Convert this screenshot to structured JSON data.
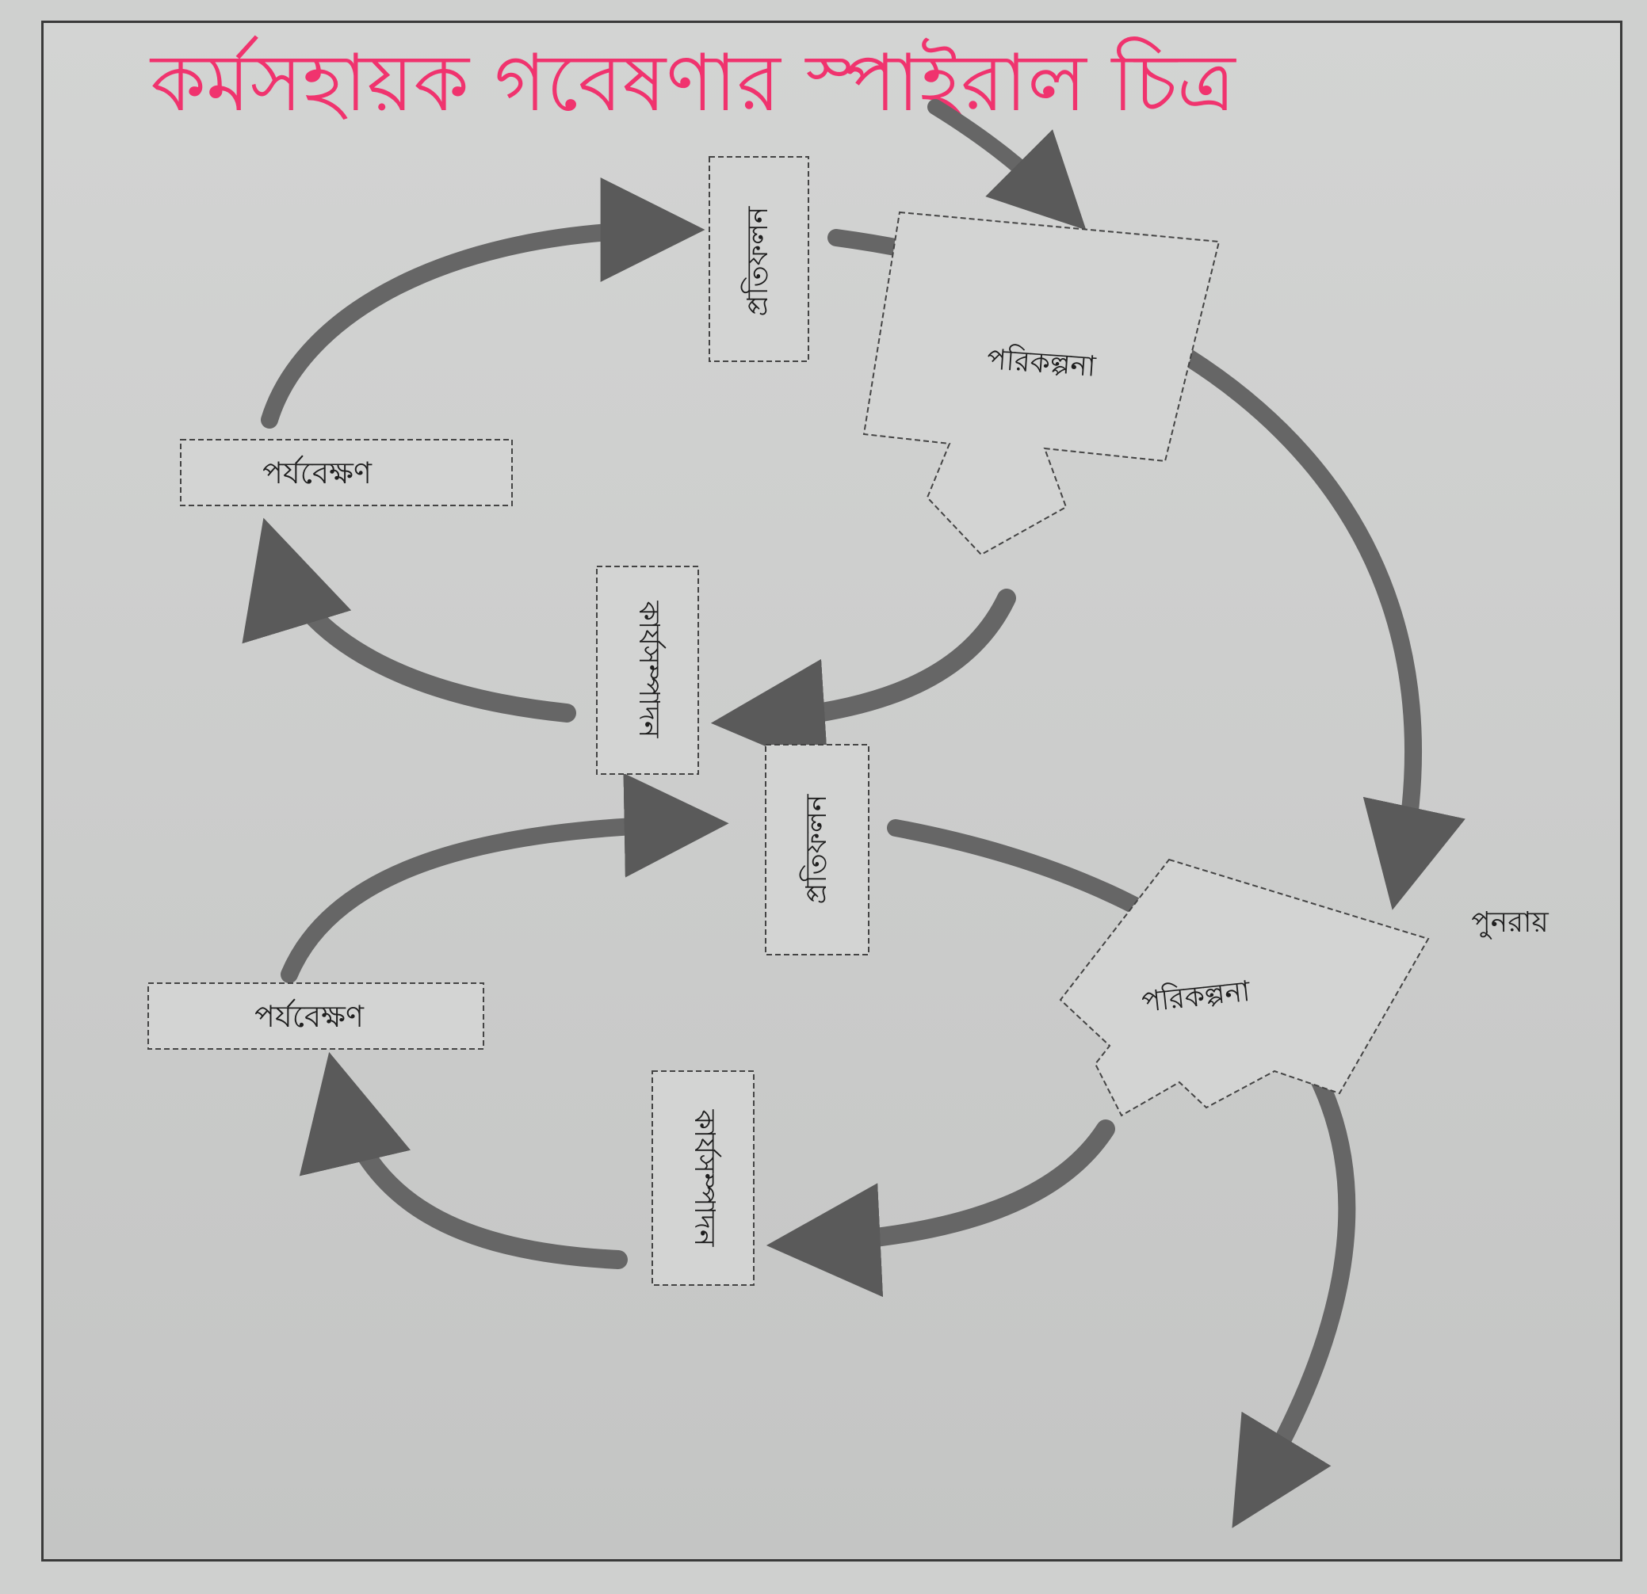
{
  "title": "কর্মসহায়ক গবেষণার স্পাইরাল চিত্র",
  "colors": {
    "title": "#f0336e",
    "arrow": "#666666",
    "box_border": "#444444",
    "text": "#1e1e1e"
  },
  "cycles": [
    {
      "reflection": "প্রতিফলন",
      "planning": "পরিকল্পনা",
      "action": "কার্যসম্পাদন",
      "observation": "পর্যবেক্ষণ"
    },
    {
      "reflection": "প্রতিফলন",
      "planning": "পরিকল্পনা",
      "action": "কার্যসম্পাদন",
      "observation": "পর্যবেক্ষণ"
    }
  ],
  "again_label": "পুনরায়"
}
